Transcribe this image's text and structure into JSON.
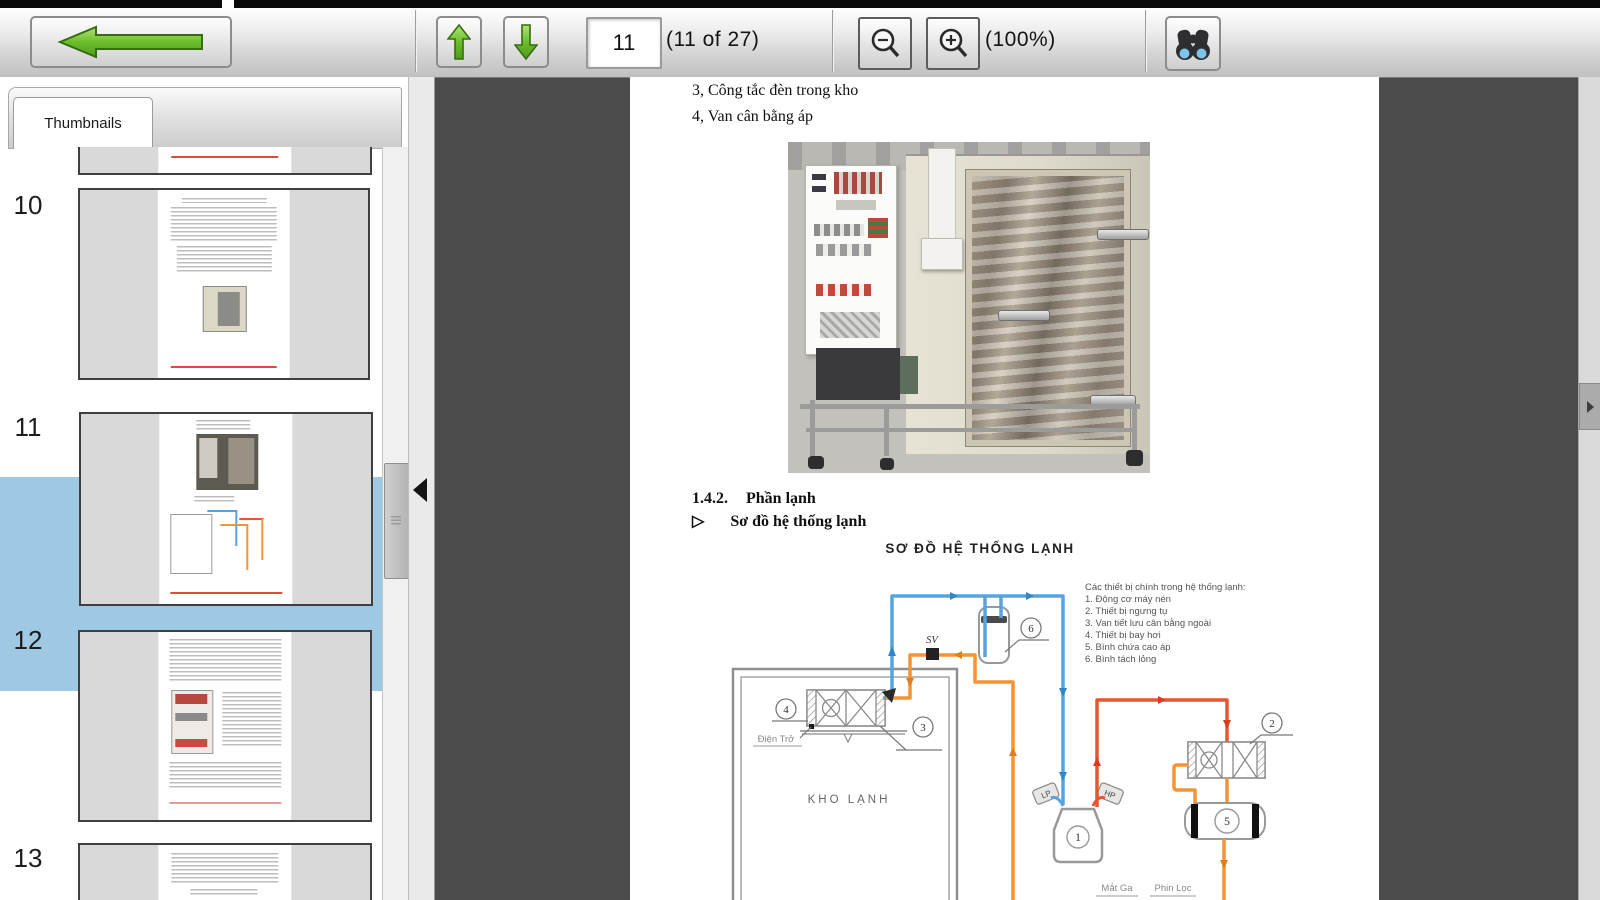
{
  "toolbar": {
    "page_value": "11",
    "page_info": "(11 of 27)",
    "zoom_info": "(100%)"
  },
  "sidebar": {
    "tab_label": "Thumbnails",
    "pages": [
      {
        "number": "10"
      },
      {
        "number": "11"
      },
      {
        "number": "12"
      },
      {
        "number": "13"
      }
    ]
  },
  "doc": {
    "line1": "3, Công tắc đèn trong kho",
    "line2": "4, Van cân bằng áp",
    "section_number": "1.4.2.",
    "section_title": "Phần lạnh",
    "bullet": "▷",
    "subsection_title": "Sơ đồ hệ thống lạnh",
    "diagram_title": "SƠ ĐỒ HỆ THỐNG LẠNH"
  },
  "diagram": {
    "room_label": "KHO LẠNH",
    "sv_label": "SV",
    "heater_label": "Điện Trở",
    "sight_glass_label": "Mắt Ga",
    "filter_label": "Phin Lọc",
    "lp_label": "LP",
    "hp_label": "HP",
    "n1": "1",
    "n2": "2",
    "n3": "3",
    "n4": "4",
    "n5": "5",
    "n6": "6",
    "legend": [
      "Các thiết bị chính trong hệ thống lạnh:",
      "1. Động cơ máy nén",
      "2. Thiết bị ngưng tụ",
      "3. Van tiết lưu cân bằng ngoài",
      "4. Thiết bị bay hơi",
      "5. Bình chứa cao áp",
      "6. Bình tách lỏng"
    ]
  },
  "colors": {
    "selection": "#9fc8e2",
    "pipe_cold": "#55a4e0",
    "pipe_hot": "#e85531",
    "pipe_liquid": "#f49434",
    "arrow_green": "#62b52a",
    "canvas_bg": "#4b4b4b"
  }
}
